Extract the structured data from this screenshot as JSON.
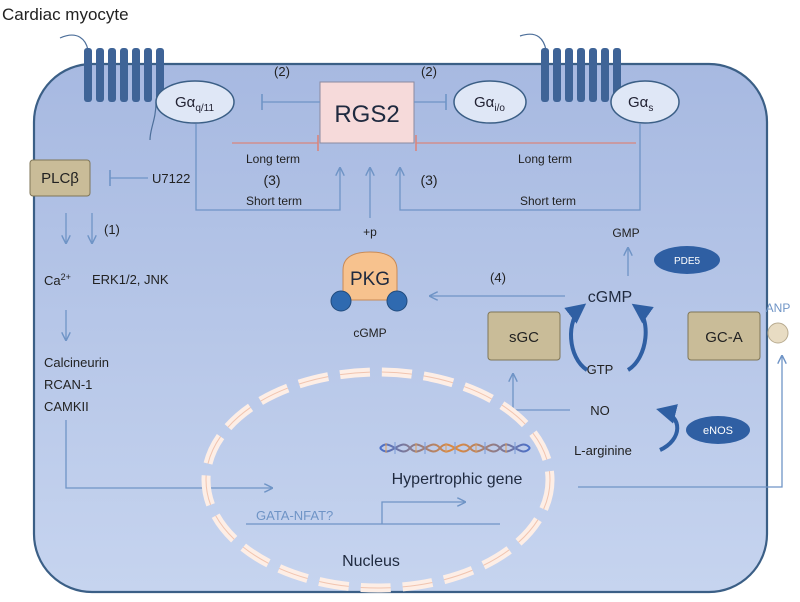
{
  "title": "Cardiac myocyte",
  "proteins": {
    "plcb": "PLCβ",
    "rgs2": "RGS2",
    "pkg": "PKG",
    "sgc": "sGC",
    "gca": "GC-A",
    "pde5": "PDE5",
    "enos": "eNOS"
  },
  "g_proteins": {
    "gq": {
      "base": "Gα",
      "sub": "q/11"
    },
    "gi": {
      "base": "Gα",
      "sub": "i/o"
    },
    "gs": {
      "base": "Gα",
      "sub": "s"
    }
  },
  "labels": {
    "u7122": "U7122",
    "step1": "(1)",
    "step2_left": "(2)",
    "step2_right": "(2)",
    "step3_left": "(3)",
    "step3_right": "(3)",
    "step4": "(4)",
    "long_term_left": "Long term",
    "long_term_right": "Long term",
    "short_term_left": "Short term",
    "short_term_right": "Short term",
    "plus_p": "+p",
    "ca": {
      "base": "Ca",
      "sup": "2+"
    },
    "erk_jnk": "ERK1/2, JNK",
    "calcineurin": "Calcineurin",
    "rcan1": "RCAN-1",
    "camkii": "CAMKII",
    "gmp": "GMP",
    "cgmp_cycle": "cGMP",
    "gtp": "GTP",
    "no": "NO",
    "l_arginine": "L-arginine",
    "anp": "ANP",
    "cgmp_pkg": "cGMP",
    "hypertrophic_gene": "Hypertrophic gene",
    "gata_nfat": "GATA-NFAT?",
    "nucleus": "Nucleus"
  },
  "colors": {
    "cell_fill_top": "#a7b9e1",
    "cell_fill_bottom": "#c6d4ef",
    "cell_stroke": "#3b5f86",
    "arrow": "#6f94c6",
    "box_fill": "#c9bc98",
    "box_stroke": "#7f7657",
    "rgs2_fill": "#f6dada",
    "oval_fill": "#dfe7f6",
    "dark_blue": "#2f5fa3",
    "pkg_fill": "#f7c28e",
    "inhibit_red": "#d9857d",
    "anp_fill": "#e8dcc3"
  }
}
